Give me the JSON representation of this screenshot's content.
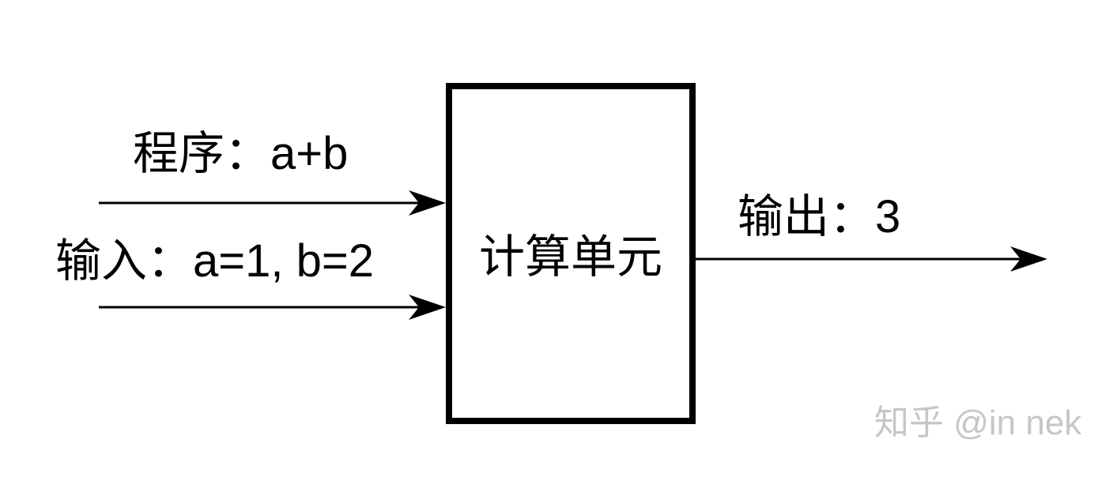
{
  "diagram": {
    "program_input": {
      "label": "程序：a+b"
    },
    "data_input": {
      "label": "输入：a=1, b=2"
    },
    "compute_box": {
      "label": "计算单元"
    },
    "output": {
      "label": "输出：3"
    },
    "watermark": {
      "label": "知乎 @in nek"
    },
    "colors": {
      "line": "#000000",
      "background": "#ffffff",
      "watermark_text": "#c6c6c6"
    }
  }
}
